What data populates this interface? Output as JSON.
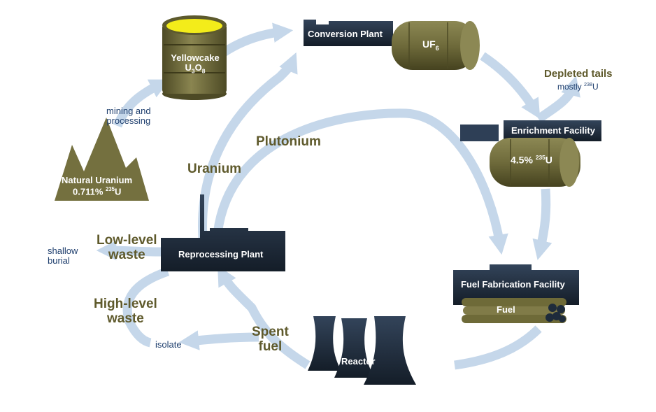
{
  "colors": {
    "arrow": "#c5d7ea",
    "building": "#1e2b3b",
    "olive": "#74703f",
    "olive_dark": "#4d4a25",
    "yellow": "#f3ec1a",
    "label_blue": "#1f3f6e",
    "label_olive": "#5f5a2c"
  },
  "icons": [
    "mountain-icon",
    "barrel-icon",
    "factory-icon",
    "cylinder-icon",
    "cooling-tower-icon",
    "fuel-rods-icon",
    "arrow-icon"
  ],
  "nodes": {
    "natural_uranium": {
      "name": "Natural Uranium",
      "value": "0.711%",
      "isotope": "235",
      "element": "U"
    },
    "mining": {
      "line1": "mining and",
      "line2": "processing"
    },
    "yellowcake": {
      "name": "Yellowcake",
      "formula_u": "U",
      "formula_u_sub": "3",
      "formula_o": "O",
      "formula_o_sub": "8"
    },
    "conversion": {
      "name": "Conversion Plant",
      "product": "UF",
      "product_sub": "6"
    },
    "depleted": {
      "name": "Depleted tails",
      "prefix": "mostly",
      "isotope": "238",
      "element": "U"
    },
    "enrichment": {
      "name": "Enrichment Facility",
      "value": "4.5%",
      "isotope": "235",
      "element": "U"
    },
    "fabrication": {
      "name": "Fuel Fabrication Facility",
      "product": "Fuel"
    },
    "reactor": {
      "name": "Reactor"
    },
    "spent": {
      "line1": "Spent",
      "line2": "fuel"
    },
    "reprocessing": {
      "name": "Reprocessing Plant"
    },
    "uranium": {
      "label": "Uranium"
    },
    "plutonium": {
      "label": "Plutonium"
    },
    "low_level": {
      "line1": "Low-level",
      "line2": "waste"
    },
    "shallow": {
      "line1": "shallow",
      "line2": "burial"
    },
    "high_level": {
      "line1": "High-level",
      "line2": "waste"
    },
    "isolate": {
      "label": "isolate"
    }
  }
}
